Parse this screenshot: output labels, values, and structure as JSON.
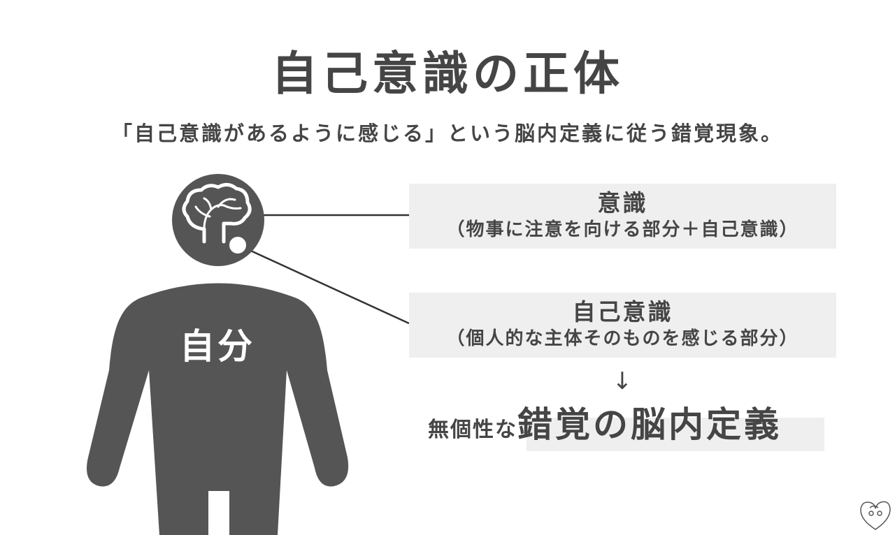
{
  "title": "自己意識の正体",
  "subtitle": "「自己意識があるように感じる」という脳内定義に従う錯覚現象。",
  "figure": {
    "body_label": "自分",
    "colors": {
      "figure": "#555555",
      "box": "#efefef",
      "text": "#454545",
      "line": "#333333"
    },
    "head_icon": "brain-icon"
  },
  "callouts": [
    {
      "title": "意識",
      "description": "（物事に注意を向ける部分＋自己意識）"
    },
    {
      "title": "自己意識",
      "description": "（個人的な主体そのものを感じる部分）"
    }
  ],
  "arrow": "↓",
  "conclusion": {
    "prefix": "無個性な",
    "emphasis": "錯覚の脳内定義"
  },
  "watermark_icon": "heart-face-icon"
}
